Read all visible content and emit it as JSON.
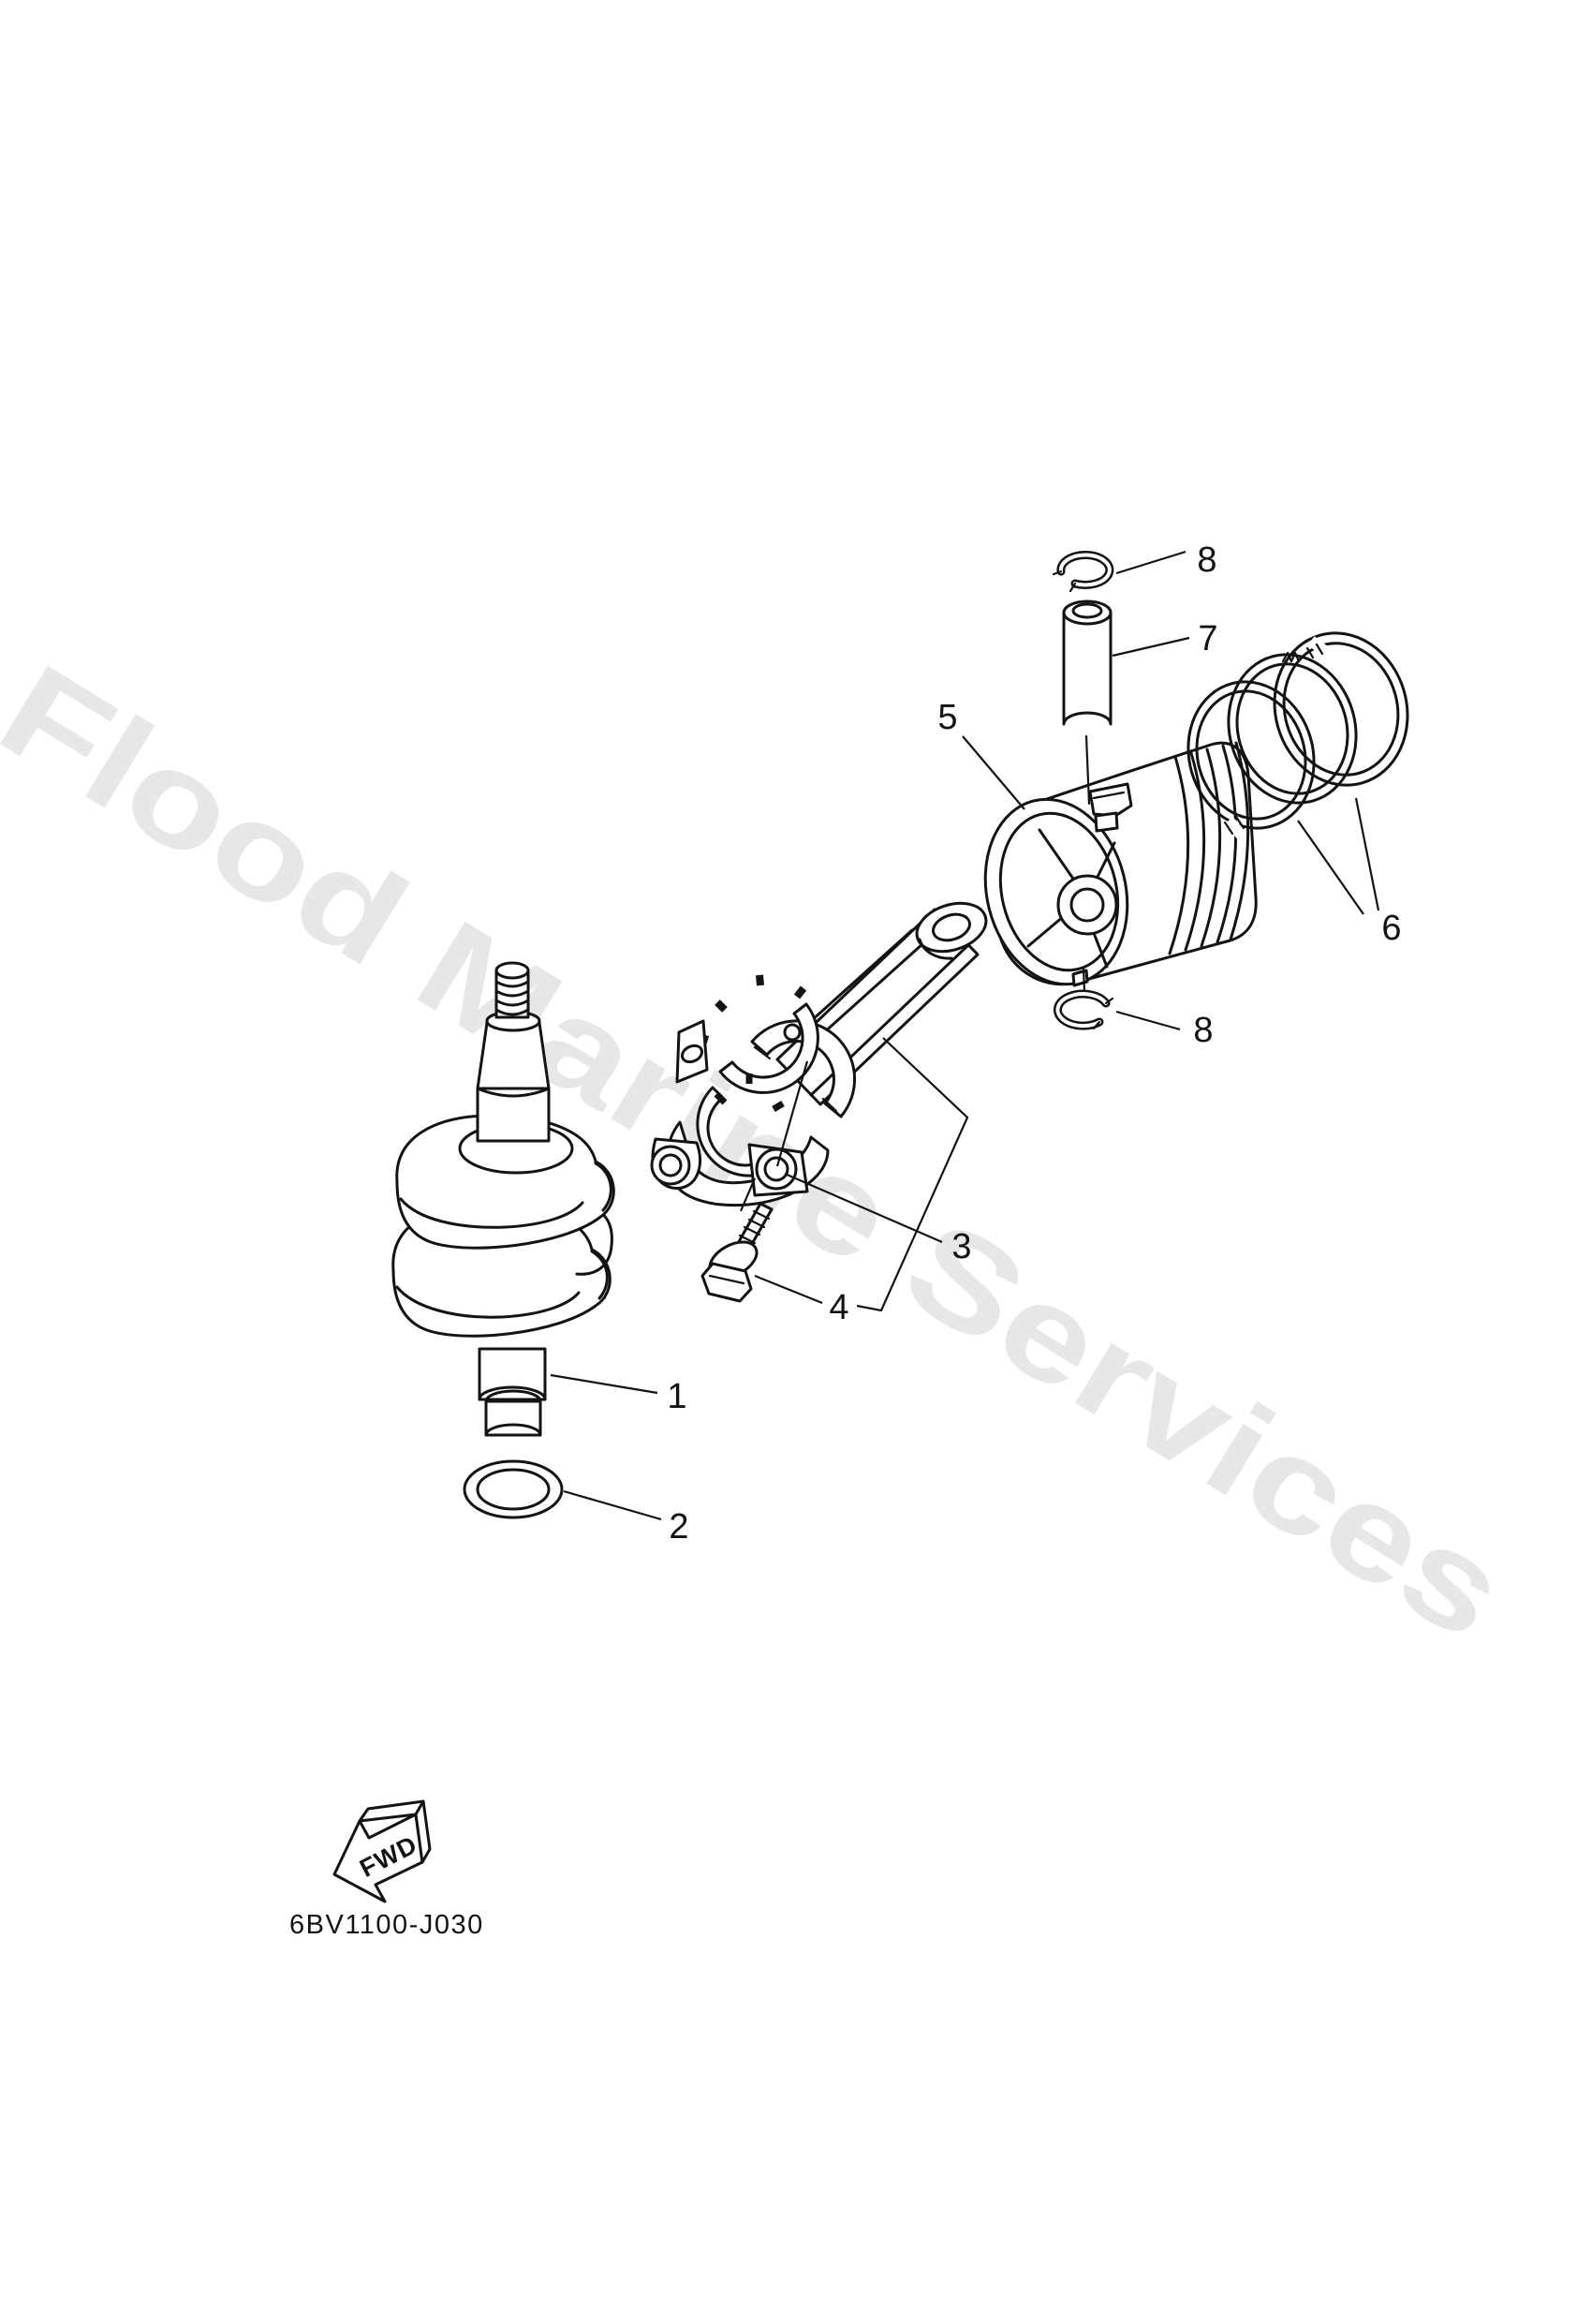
{
  "document": {
    "watermark": "Flood Marine Services",
    "drawing_code": "6BV1100-J030",
    "fwd_label": "FWD"
  },
  "colors": {
    "line": "#131313",
    "watermark": "#e7e7e9",
    "background": "#ffffff"
  },
  "part_labels": [
    {
      "number": "8",
      "id": "callout-circlip-top"
    },
    {
      "number": "7",
      "id": "callout-piston-pin"
    },
    {
      "number": "5",
      "id": "callout-piston"
    },
    {
      "number": "6",
      "id": "callout-piston-rings"
    },
    {
      "number": "8",
      "id": "callout-circlip-bottom"
    },
    {
      "number": "3",
      "id": "callout-connecting-rod"
    },
    {
      "number": "4",
      "id": "callout-bolt"
    },
    {
      "number": "1",
      "id": "callout-crankshaft"
    },
    {
      "number": "2",
      "id": "callout-o-ring"
    }
  ]
}
